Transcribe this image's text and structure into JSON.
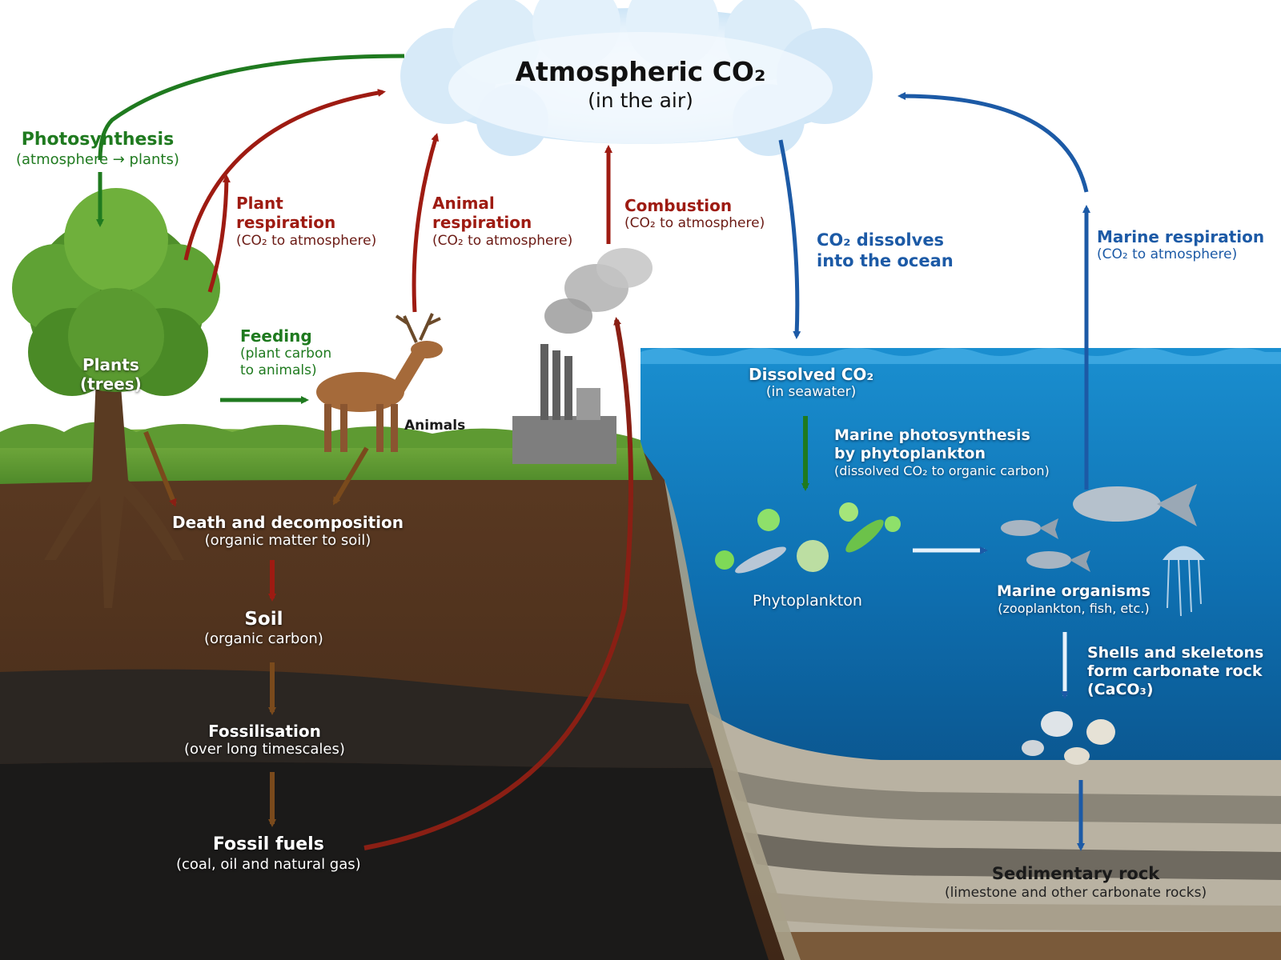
{
  "colors": {
    "green": "#1f7a1f",
    "red": "#9e1b12",
    "blue": "#1c5aa6",
    "brown": "#7a4a1c",
    "ocean": "#0f72b4",
    "soil": "#4a2e1c",
    "sky": "#cfe6f8"
  },
  "atmosphere": {
    "title": "Atmospheric CO₂",
    "subtitle": "(in the air)"
  },
  "photosynthesis": {
    "title": "Photosynthesis",
    "subtitle": "(atmosphere → plants)"
  },
  "plant_respiration": {
    "line1": "Plant",
    "line2": "respiration",
    "subtitle": "(CO₂ to atmosphere)"
  },
  "animal_respiration": {
    "line1": "Animal",
    "line2": "respiration",
    "subtitle": "(CO₂ to atmosphere)"
  },
  "combustion": {
    "title": "Combustion",
    "subtitle": "(CO₂ to atmosphere)"
  },
  "co2_dissolves": {
    "line1": "CO₂ dissolves",
    "line2": "into the ocean"
  },
  "marine_respiration": {
    "title": "Marine respiration",
    "subtitle": "(CO₂ to atmosphere)"
  },
  "plants": {
    "line1": "Plants",
    "line2": "(trees)"
  },
  "feeding": {
    "title": "Feeding",
    "line2": "(plant carbon",
    "line3": "to animals)"
  },
  "animals": {
    "label": "Animals"
  },
  "death": {
    "title": "Death and decomposition",
    "subtitle": "(organic matter to soil)"
  },
  "soil": {
    "title": "Soil",
    "subtitle": "(organic carbon)"
  },
  "fossilisation": {
    "title": "Fossilisation",
    "subtitle": "(over long timescales)"
  },
  "fossil_fuels": {
    "title": "Fossil fuels",
    "subtitle": "(coal, oil and natural gas)"
  },
  "dissolved": {
    "title": "Dissolved CO₂",
    "subtitle": "(in seawater)"
  },
  "marine_photo": {
    "line1": "Marine photosynthesis",
    "line2": "by phytoplankton",
    "subtitle": "(dissolved CO₂ to organic carbon)"
  },
  "phytoplankton": {
    "label": "Phytoplankton"
  },
  "marine_organisms": {
    "title": "Marine organisms",
    "subtitle": "(zooplankton, fish, etc.)"
  },
  "shells": {
    "line1": "Shells and skeletons",
    "line2": "form carbonate rock",
    "line3": "(CaCO₃)"
  },
  "sedimentary": {
    "title": "Sedimentary rock",
    "subtitle": "(limestone and other carbonate rocks)"
  }
}
